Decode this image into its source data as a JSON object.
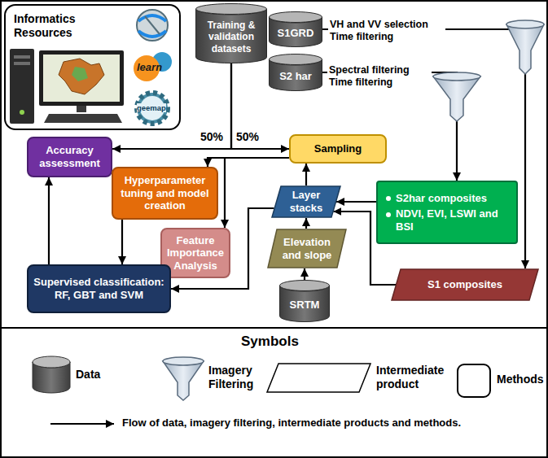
{
  "diagram": {
    "nodes": [
      {
        "text": [
          "Informatics Resources"
        ]
      },
      {
        "text": [
          "Training & validation datasets"
        ]
      },
      {
        "text": [
          "S1GRD"
        ]
      },
      {
        "text": [
          "S2 har"
        ]
      },
      {
        "text": [
          "Sampling"
        ]
      },
      {
        "text": [
          "Accuracy assessment"
        ]
      },
      {
        "text": [
          "Hyperparameter tuning and model creation"
        ]
      },
      {
        "text": [
          "Layer stacks"
        ]
      },
      {
        "text": [
          "S2har composites",
          "NDVI, EVI, LSWI and BSI"
        ]
      },
      {
        "text": [
          "Elevation and slope"
        ]
      },
      {
        "text": [
          "Feature Importance Analysis"
        ]
      },
      {
        "text": [
          "Supervised classification: RF, GBT and SVM"
        ]
      },
      {
        "text": [
          "SRTM"
        ]
      },
      {
        "text": [
          "S1 composites"
        ]
      }
    ],
    "edges": [
      {
        "from": 1,
        "to": 5,
        "label": "50%",
        "arrow": "to"
      },
      {
        "from": 1,
        "to": 4,
        "label": "50%",
        "arrow": "to"
      },
      {
        "from": 2,
        "to": 13,
        "label": "VH and VV selection Time filtering",
        "arrow": "to"
      },
      {
        "from": 3,
        "to": 8,
        "label": "Spectral filtering Time filtering",
        "arrow": "to"
      },
      {
        "from": 8,
        "to": 7,
        "arrow": "to"
      },
      {
        "from": 13,
        "to": 7,
        "arrow": "to"
      },
      {
        "from": 12,
        "to": 9,
        "arrow": "to"
      },
      {
        "from": 9,
        "to": 7,
        "arrow": "to"
      },
      {
        "from": 7,
        "to": 4,
        "arrow": "to"
      },
      {
        "from": 4,
        "to": 6,
        "arrow": "to"
      },
      {
        "from": 4,
        "to": 10,
        "arrow": "to"
      },
      {
        "from": 6,
        "to": 11,
        "arrow": "to"
      },
      {
        "from": 7,
        "to": 11,
        "arrow": "to"
      },
      {
        "from": 11,
        "to": 5,
        "arrow": "to"
      }
    ],
    "labels": [
      "learn",
      "geemap",
      "Symbols"
    ],
    "legend": [
      {
        "text": "Data"
      },
      {
        "text": "Imagery Filtering"
      },
      {
        "text": "Intermediate product"
      },
      {
        "text": "Methods"
      },
      {
        "text": "Flow of data, imagery filtering, intermediate products and methods."
      }
    ]
  }
}
